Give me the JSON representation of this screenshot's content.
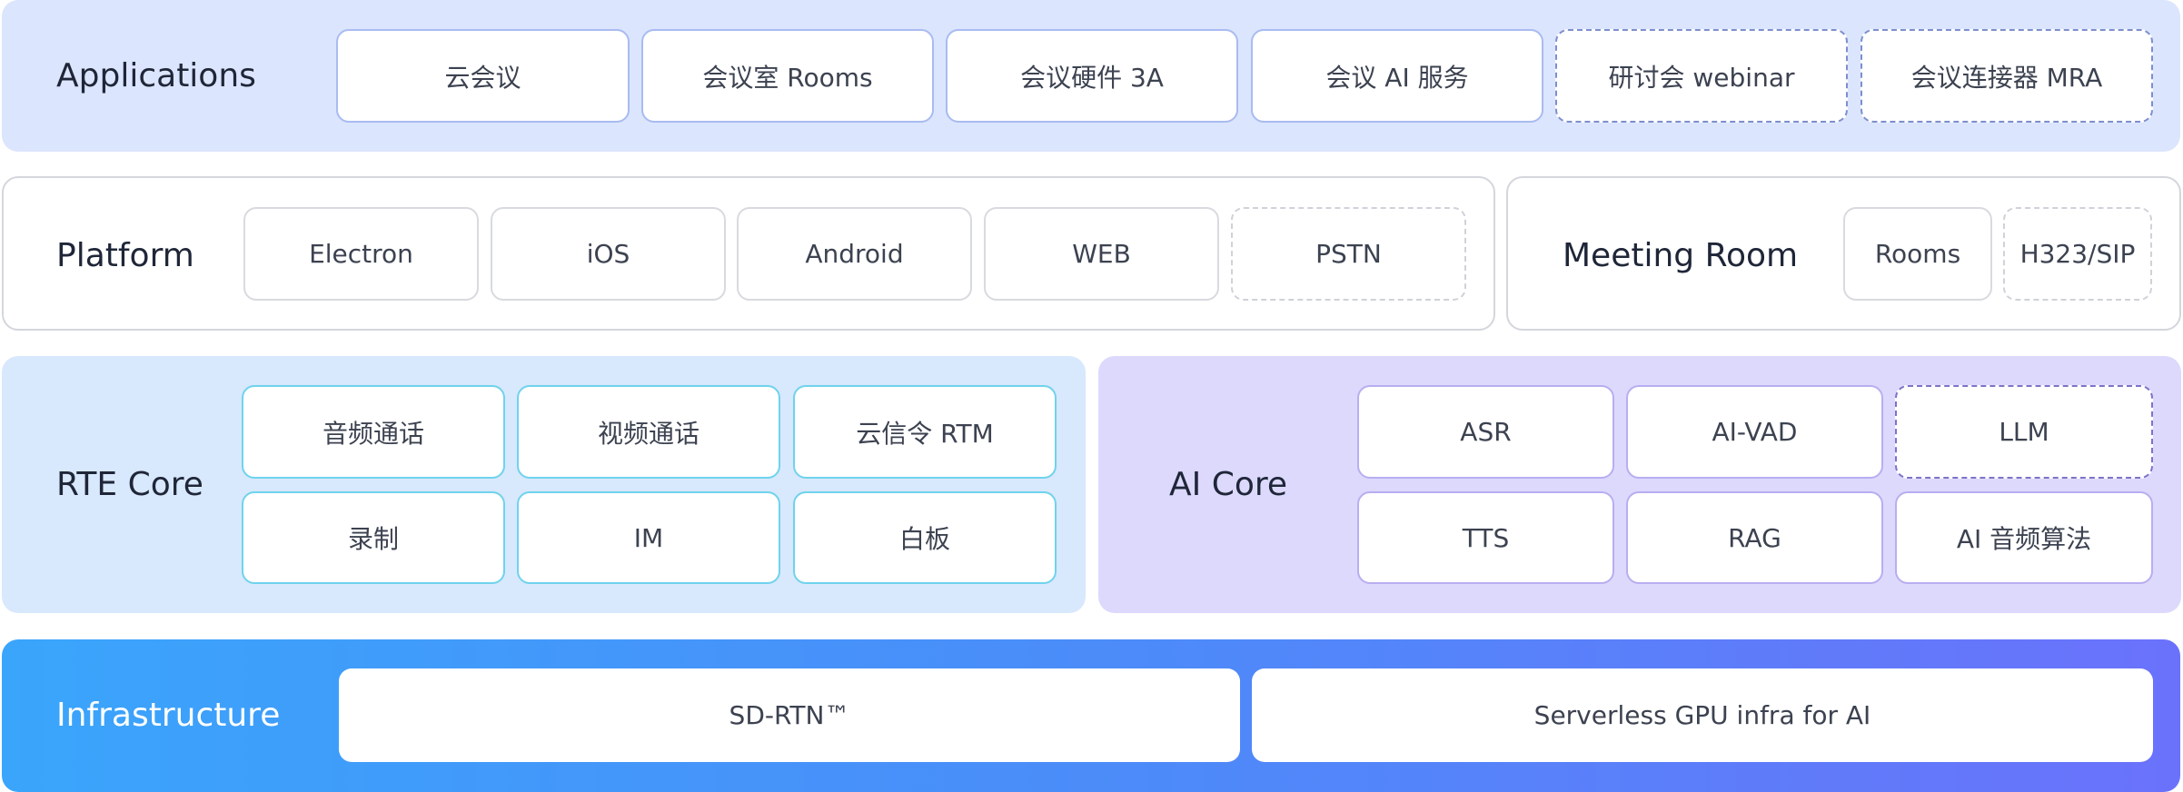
{
  "applications": {
    "label": "Applications",
    "items": [
      "云会议",
      "会议室 Rooms",
      "会议硬件 3A",
      "会议 AI 服务",
      "研讨会 webinar",
      "会议连接器 MRA"
    ]
  },
  "platform": {
    "label": "Platform",
    "items": [
      "Electron",
      "iOS",
      "Android",
      "WEB",
      "PSTN"
    ]
  },
  "meeting_room": {
    "label": "Meeting Room",
    "items": [
      "Rooms",
      "H323/SIP"
    ]
  },
  "rte_core": {
    "label": "RTE Core",
    "items": [
      "音频通话",
      "视频通话",
      "云信令 RTM",
      "录制",
      "IM",
      "白板"
    ]
  },
  "ai_core": {
    "label": "AI Core",
    "items": [
      "ASR",
      "AI-VAD",
      "LLM",
      "TTS",
      "RAG",
      "AI 音频算法"
    ]
  },
  "infrastructure": {
    "label": "Infrastructure",
    "items": [
      "SD-RTN™",
      "Serverless GPU infra for AI"
    ]
  }
}
